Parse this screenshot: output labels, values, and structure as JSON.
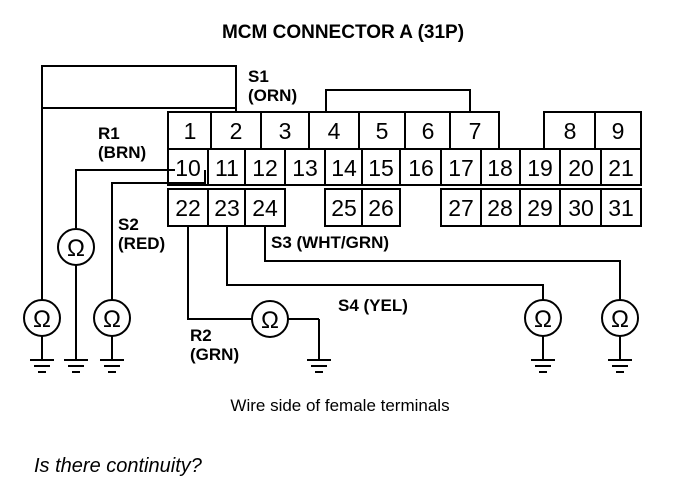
{
  "title": "MCM CONNECTOR A (31P)",
  "connector": {
    "row1": [
      "1",
      "2",
      "3",
      "4",
      "5",
      "6",
      "7",
      "8",
      "9"
    ],
    "row2": [
      "10",
      "11",
      "12",
      "13",
      "14",
      "15",
      "16",
      "17",
      "18",
      "19",
      "20",
      "21"
    ],
    "row3": [
      "22",
      "23",
      "24",
      "25",
      "26",
      "27",
      "28",
      "29",
      "30",
      "31"
    ]
  },
  "labels": {
    "s1_name": "S1",
    "s1_color": "(ORN)",
    "r1_name": "R1",
    "r1_color": "(BRN)",
    "s2_name": "S2",
    "s2_color": "(RED)",
    "s3": "S3 (WHT/GRN)",
    "s4": "S4 (YEL)",
    "r2_name": "R2",
    "r2_color": "(GRN)"
  },
  "ohm_symbol": "Ω",
  "caption": "Wire side of female terminals",
  "question": "Is there continuity?"
}
